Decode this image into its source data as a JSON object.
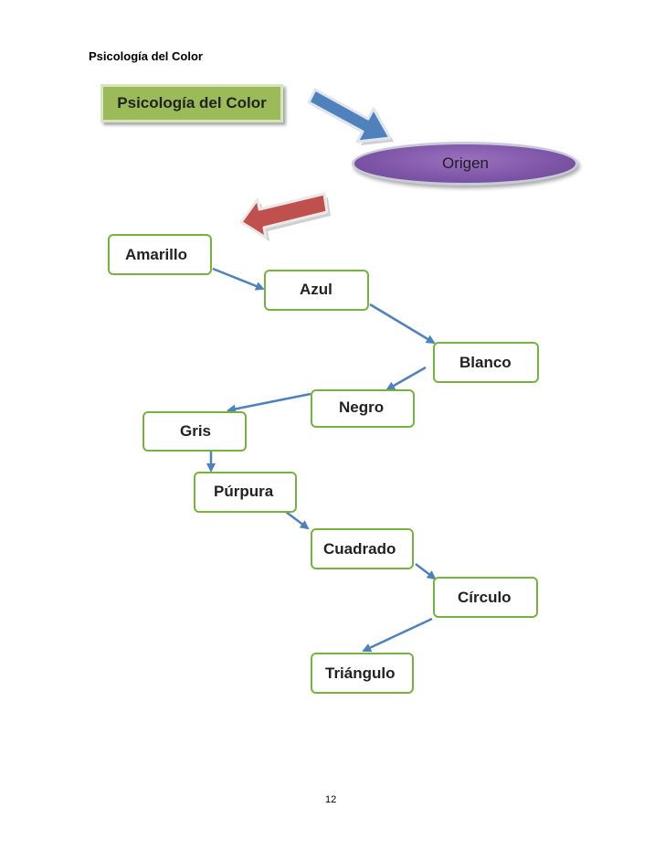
{
  "header": {
    "running_title": "Psicología del Color"
  },
  "title_box": {
    "label": "Psicología del Color"
  },
  "origin": {
    "label": "Origen"
  },
  "nodes": [
    "Amarillo",
    "Azul",
    "Blanco",
    "Negro",
    "Gris",
    "Púrpura",
    "Cuadrado",
    "Círculo",
    "Triángulo"
  ],
  "footer": {
    "page_number": "12"
  },
  "colors": {
    "title_fill": "#9bbb59",
    "origin_fill": "#8064a2",
    "node_border": "#77b23c",
    "connector": "#4f81bd",
    "blue_arrow": "#4f81bd",
    "red_arrow": "#c0504d"
  }
}
